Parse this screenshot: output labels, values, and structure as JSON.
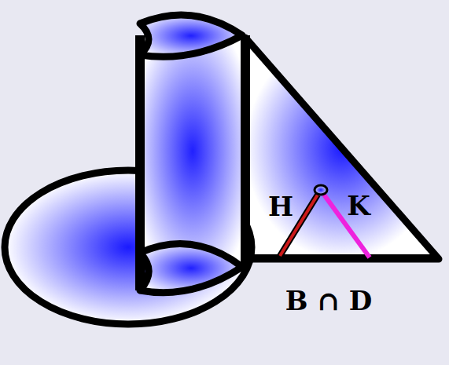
{
  "diagram": {
    "labels": [
      "H",
      "K",
      "B ∩ D"
    ]
  }
}
